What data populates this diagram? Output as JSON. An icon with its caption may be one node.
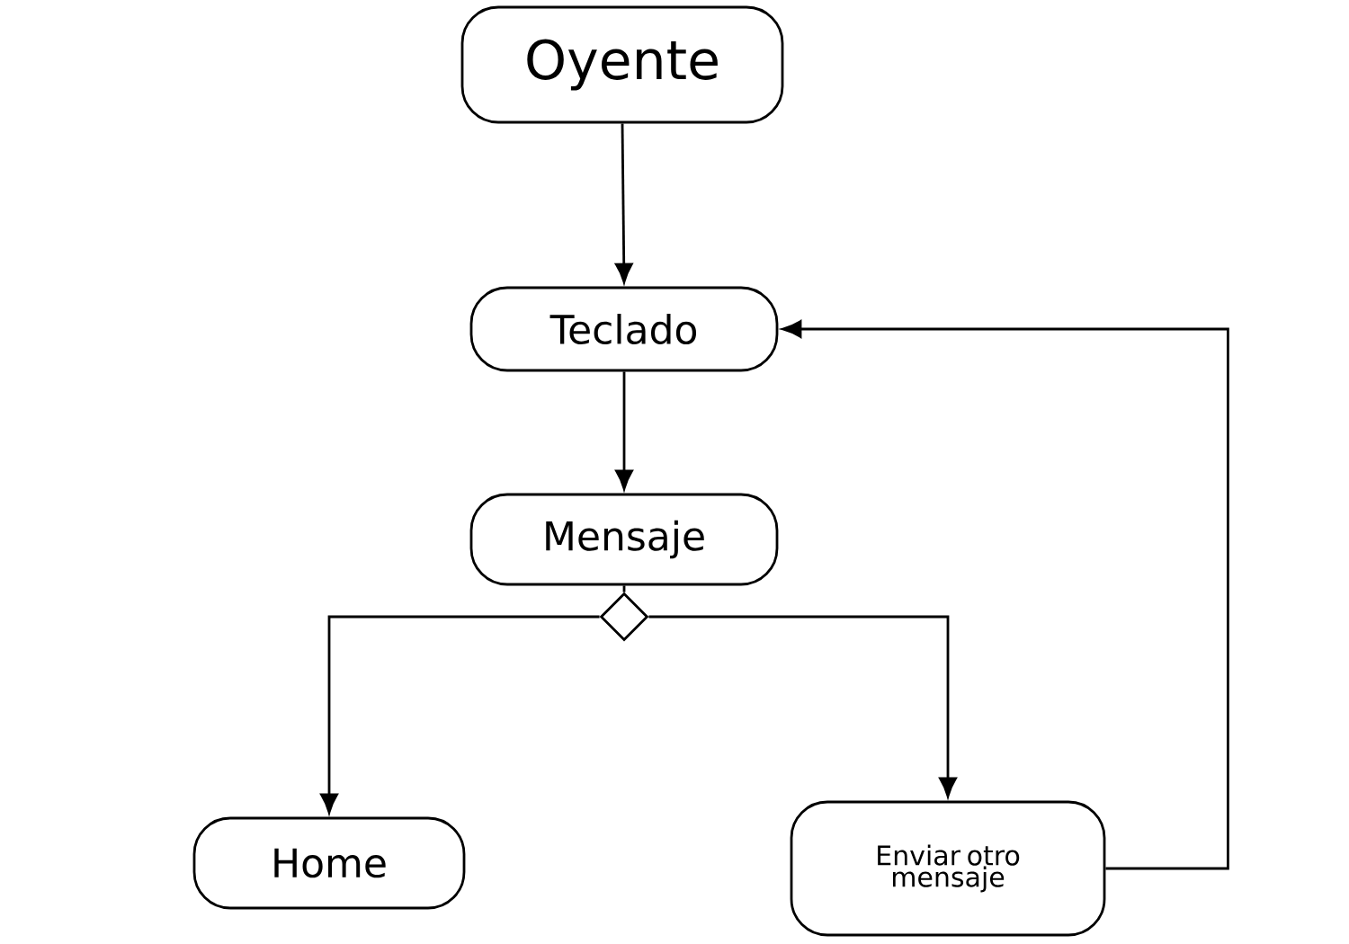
{
  "diagram": {
    "nodes": [
      {
        "text": [
          "Oyente"
        ]
      },
      {
        "text": [
          "Teclado"
        ]
      },
      {
        "text": [
          "Mensaje"
        ]
      },
      {
        "text": [],
        "shape": "diamond"
      },
      {
        "text": [
          "Home"
        ]
      },
      {
        "text": [
          "Enviar otro mensaje"
        ]
      }
    ],
    "edges": [
      {
        "from": 0,
        "to": 1,
        "arrow": "to"
      },
      {
        "from": 1,
        "to": 2,
        "arrow": "to"
      },
      {
        "from": 2,
        "to": 3,
        "arrow": "none"
      },
      {
        "from": 3,
        "to": 4,
        "arrow": "to"
      },
      {
        "from": 3,
        "to": 5,
        "arrow": "to"
      },
      {
        "from": 5,
        "to": 1,
        "arrow": "to"
      }
    ]
  }
}
